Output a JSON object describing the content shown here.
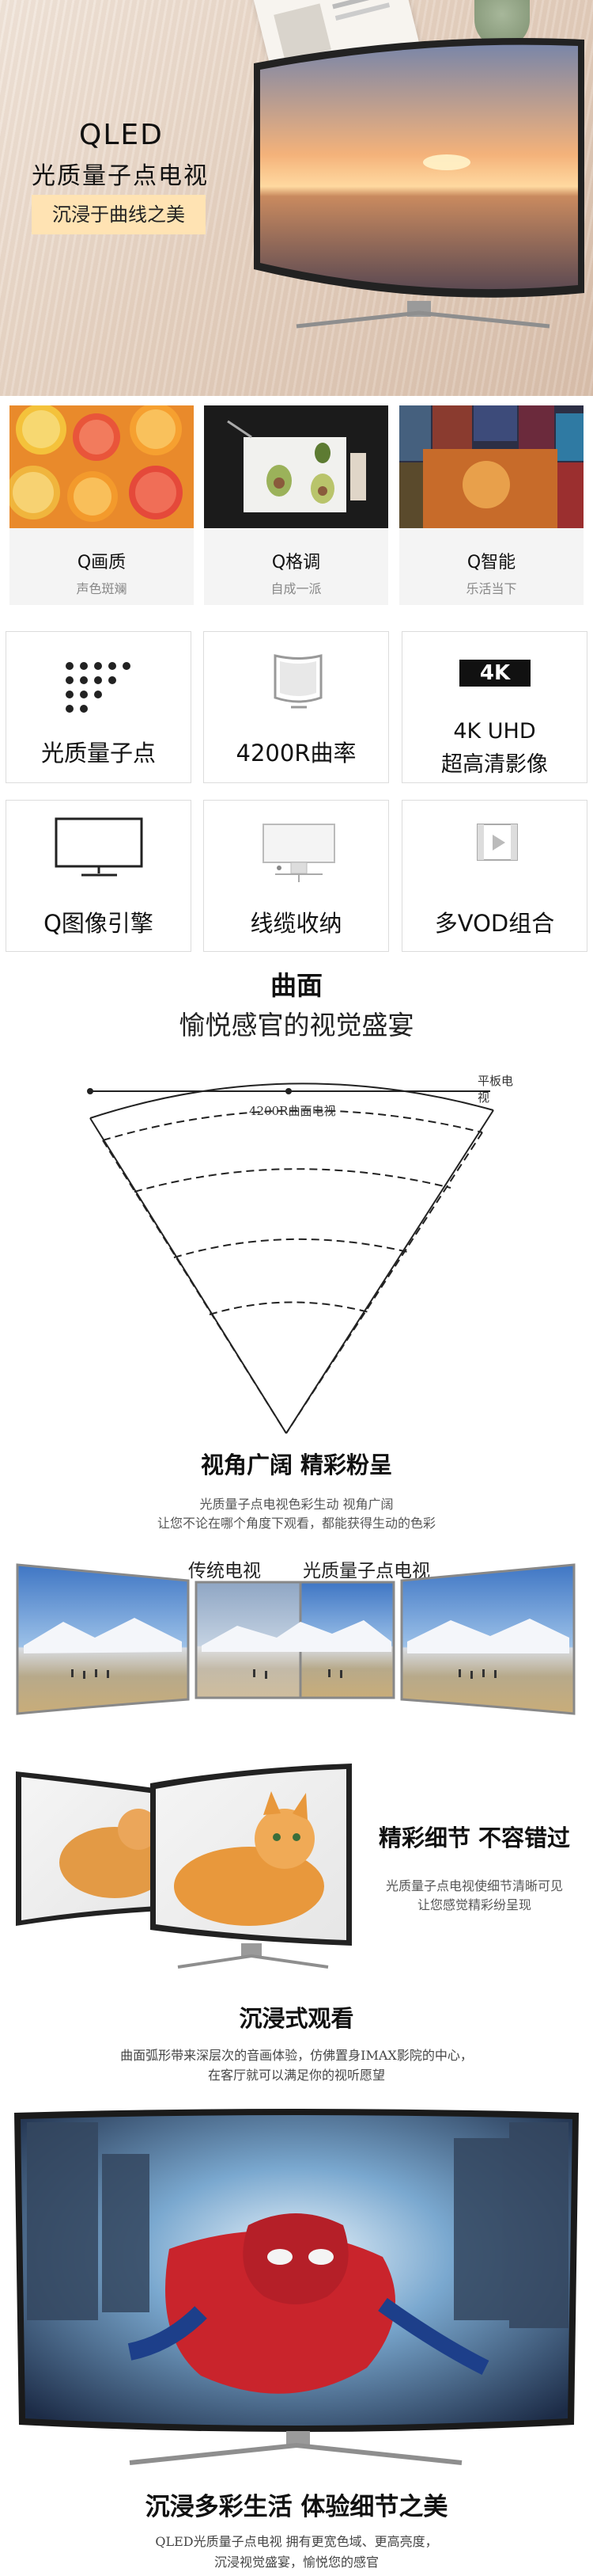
{
  "hero": {
    "brand": "QLED",
    "subtitle": "光质量子点电视",
    "badge": "沉浸于曲线之美"
  },
  "picture_cards": [
    {
      "title": "Q画质",
      "desc": "声色斑斓"
    },
    {
      "title": "Q格调",
      "desc": "自成一派"
    },
    {
      "title": "Q智能",
      "desc": "乐活当下"
    }
  ],
  "feature_row1": [
    {
      "icon": "dot-matrix-icon",
      "label": "光质量子点"
    },
    {
      "icon": "curved-screen-icon",
      "label": "4200R曲率"
    },
    {
      "icon": "4k-badge-icon",
      "badge": "4K",
      "label_line1": "4K UHD",
      "label_line2": "超高清影像"
    }
  ],
  "feature_row2": [
    {
      "icon": "monitor-icon",
      "label": "Q图像引擎"
    },
    {
      "icon": "cable-tidy-icon",
      "label": "线缆收纳"
    },
    {
      "icon": "film-icon",
      "label": "多VOD组合"
    }
  ],
  "curve_section": {
    "title": "曲面",
    "subtitle": "愉悦感官的视觉盛宴",
    "flat_label": "平板电视",
    "curved_label": "4200R曲面电视"
  },
  "view_section": {
    "title": "视角广阔  精彩粉呈",
    "desc_line1": "光质量子点电视色彩生动 视角广阔",
    "desc_line2": "让您不论在哪个角度下观看，都能获得生动的色彩",
    "label_traditional": "传统电视",
    "label_qled": "光质量子点电视"
  },
  "detail_section": {
    "title": "精彩细节 不容错过",
    "desc_line1": "光质量子点电视使细节清晰可见",
    "desc_line2": "让您感觉精彩纷呈现"
  },
  "immersive_section": {
    "title": "沉浸式观看",
    "desc_line1": "曲面弧形带来深层次的音画体验，仿佛置身IMAX影院的中心，",
    "desc_line2": "在客厅就可以满足你的视听愿望"
  },
  "footer_section": {
    "title": "沉浸多彩生活  体验细节之美",
    "desc_line1": "QLED光质量子点电视 拥有更宽色域、更高亮度，",
    "desc_line2": "沉浸视觉盛宴，愉悦您的感官"
  }
}
